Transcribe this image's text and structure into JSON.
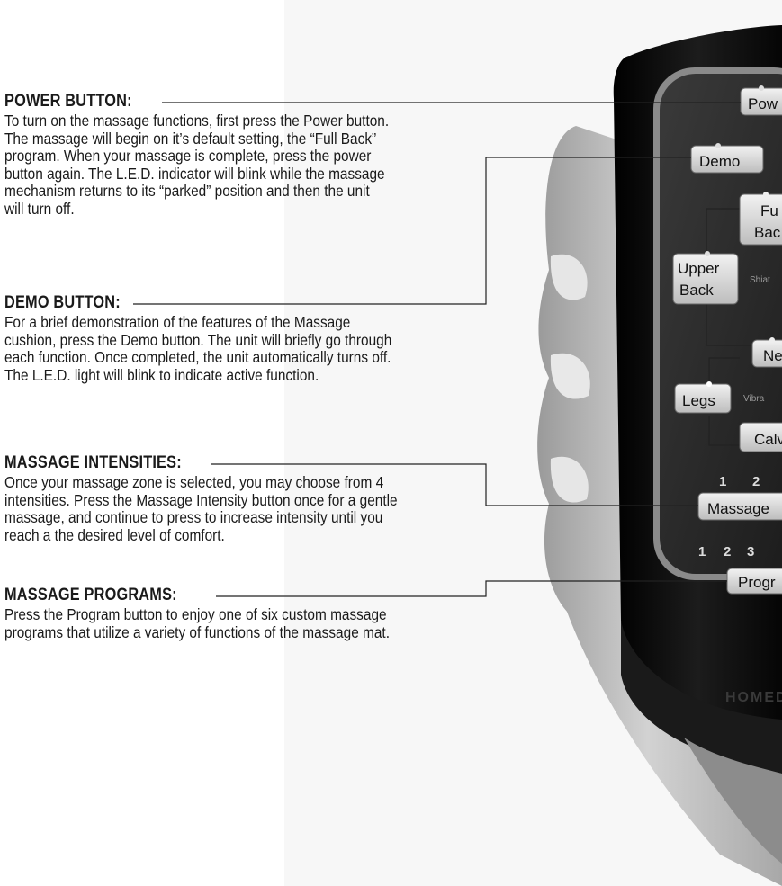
{
  "sections": [
    {
      "heading": "POWER BUTTON:",
      "lines": [
        "To turn on the massage functions, first press the Power button.",
        "The massage will begin on it’s default setting, the “Full Back”",
        "program. When your massage is complete, press the power",
        "button again. The L.E.D. indicator will blink while the massage",
        "mechanism returns to its “parked” position and then the unit",
        "will turn off."
      ]
    },
    {
      "heading": "DEMO BUTTON:",
      "lines": [
        "For a brief demonstration of the features of the Massage",
        "cushion, press the Demo button. The unit will briefly go through",
        "each function. Once completed, the unit automatically turns off.",
        "The L.E.D. light will blink to indicate active function."
      ]
    },
    {
      "heading": "MASSAGE INTENSITIES:",
      "lines": [
        "Once your massage zone is selected, you may choose from 4",
        "intensities. Press the Massage Intensity button once for a gentle",
        "massage, and continue to press to increase intensity until you",
        "reach a the desired level of comfort."
      ]
    },
    {
      "heading": "MASSAGE PROGRAMS:",
      "lines": [
        "Press the Program button to enjoy one of six custom massage",
        "programs that utilize a variety of functions of the massage mat."
      ]
    }
  ],
  "remote": {
    "power": "Pow",
    "demo": "Demo",
    "full_back_1": "Fu",
    "full_back_2": "Bac",
    "upper_back_1": "Upper",
    "upper_back_2": "Back",
    "shiatsu": "Shiat",
    "neck": "Nec",
    "legs": "Legs",
    "vibra": "Vibra",
    "calves": "Calv",
    "intensity_1": "1",
    "intensity_2": "2",
    "massage": "Massage",
    "program_1": "1",
    "program_2": "2",
    "program_3": "3",
    "program": "Progr",
    "brand": "HOMED"
  },
  "colors": {
    "remote_body": "#0d0d0d",
    "panel": "#2a2a2a",
    "bezel": "#8a8a8a",
    "button": "#d6d6d6",
    "hand": "#b8b8b8"
  }
}
